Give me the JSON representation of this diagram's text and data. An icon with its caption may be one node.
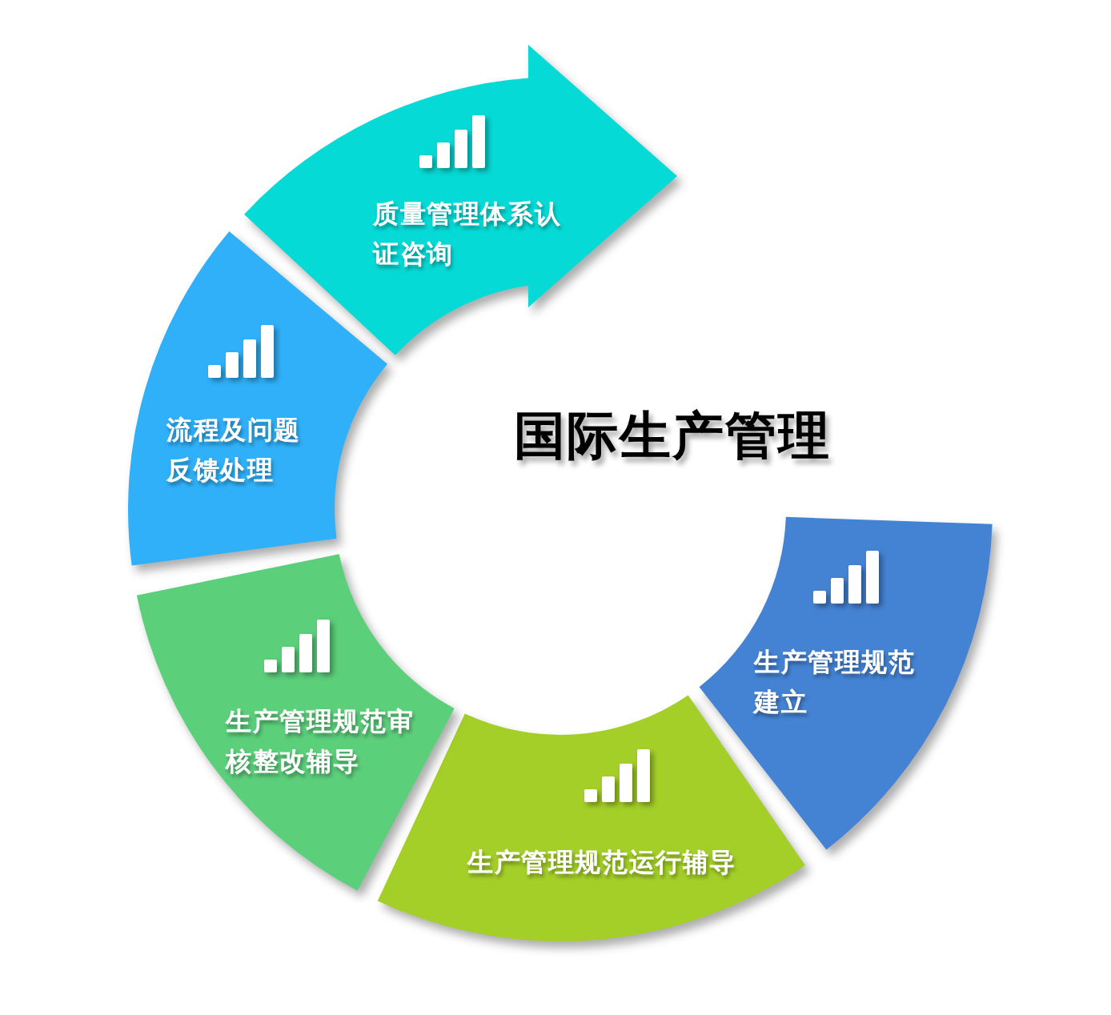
{
  "diagram": {
    "title": "国际生产管理",
    "nodes": [
      {
        "text": [
          "生产管理规范建立"
        ]
      },
      {
        "text": [
          "生产管理规范运行辅导"
        ]
      },
      {
        "text": [
          "生产管理规范审核整改辅导"
        ]
      },
      {
        "text": [
          "流程及问题反馈处理"
        ]
      },
      {
        "text": [
          "质量管理体系认证咨询"
        ]
      }
    ]
  }
}
